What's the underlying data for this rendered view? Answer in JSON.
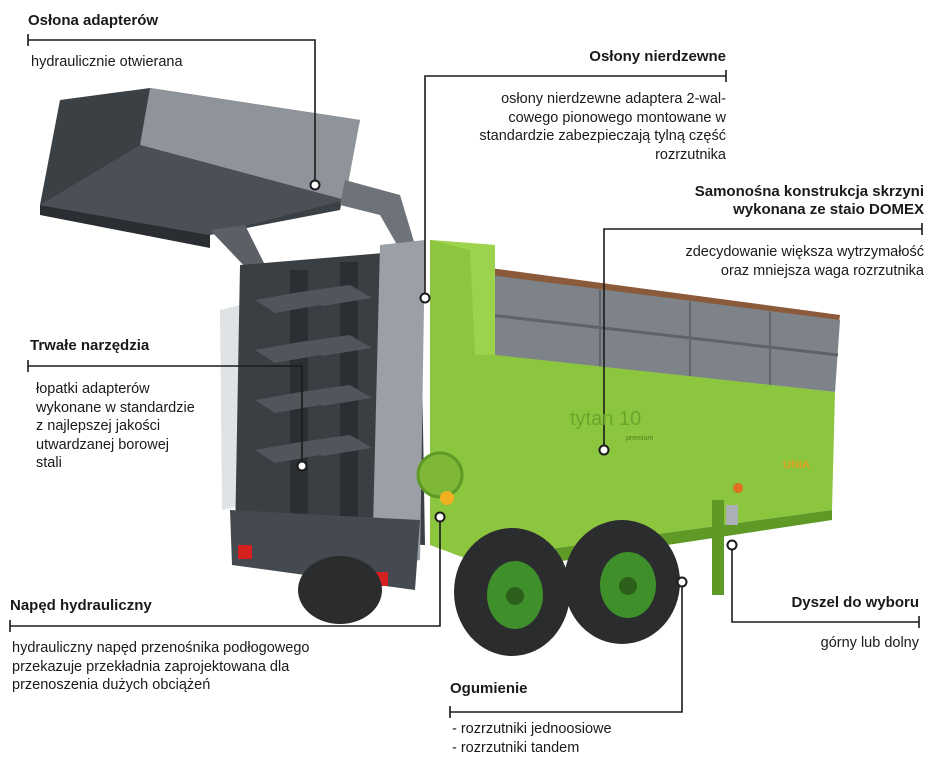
{
  "callouts": {
    "oslona": {
      "title": "Osłona adapterów",
      "desc": "hydraulicznie otwierana"
    },
    "oslony": {
      "title": "Osłony nierdzewne",
      "desc": [
        "osłony nierdzewne adaptera 2-wal-",
        "cowego pionowego montowane w",
        "standardzie zabezpieczają tylną część",
        "rozrzutnika"
      ]
    },
    "samonosna": {
      "title": [
        "Samonośna konstrukcja skrzyni",
        "wykonana ze staio DOMEX"
      ],
      "desc": [
        "zdecydowanie większa wytrzymałość",
        "oraz mniejsza waga rozrzutnika"
      ]
    },
    "trwale": {
      "title": "Trwałe narzędzia",
      "desc": [
        "łopatki adapterów",
        "wykonane w standardzie",
        "z najlepszej jakości",
        "utwardzanej borowej",
        "stali"
      ]
    },
    "naped": {
      "title": "Napęd hydrauliczny",
      "desc": [
        "hydrauliczny napęd przenośnika podłogowego",
        "przekazuje przekładnia zaprojektowana dla",
        "przenoszenia dużych obciążeń"
      ]
    },
    "ogumienie": {
      "title": "Ogumienie",
      "desc": [
        "- rozrzutniki jednoosiowe",
        "- rozrzutniki tandem"
      ]
    },
    "dyszel": {
      "title": "Dyszel do wyboru",
      "desc": "górny lub dolny"
    }
  },
  "machine": {
    "model_text": "tytan 10",
    "model_sub": "premium",
    "brand_text": "UNIA",
    "colors": {
      "body_green": "#8cc63f",
      "dark_green": "#5f9a26",
      "steel": "#8a8f94",
      "dark_steel": "#3c4146",
      "tyre": "#2a2c2e",
      "rim": "#3f8f2a"
    }
  }
}
